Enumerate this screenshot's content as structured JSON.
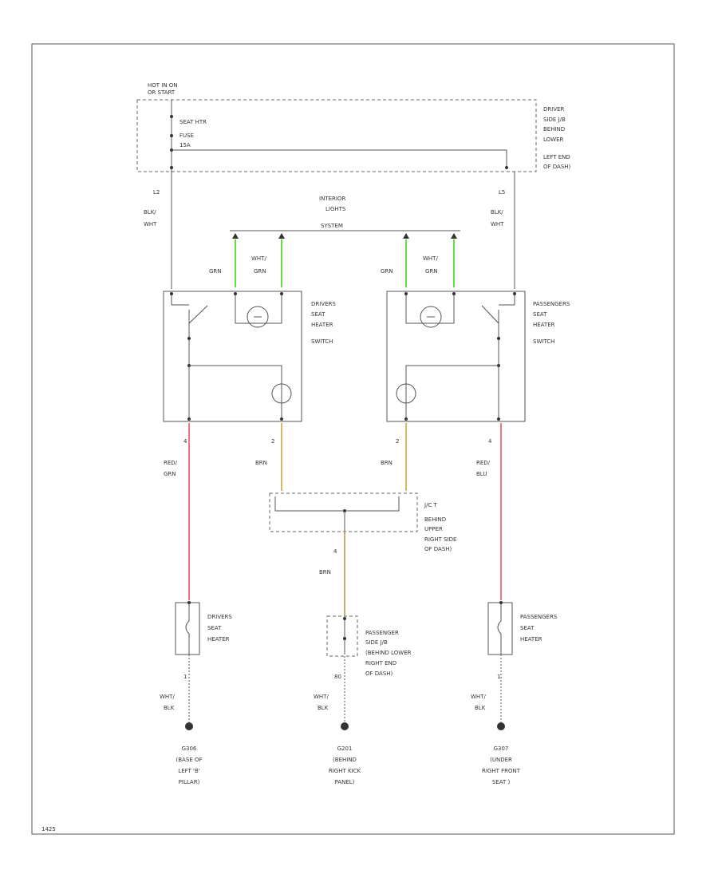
{
  "hot_in_on": [
    "HOT IN ON",
    "OR START"
  ],
  "fuse_label": [
    "SEAT HTR",
    "FUSE",
    "15A"
  ],
  "driver_jb": [
    "DRIVER",
    "SIDE J/B",
    "BEHIND",
    "LOWER",
    "LEFT END",
    "OF DASH)"
  ],
  "interior_lights": [
    "INTERIOR",
    "LIGHTS",
    "SYSTEM"
  ],
  "wire_l2_left": "L2",
  "wire_blk_left": [
    "BLK/",
    "WHT"
  ],
  "wire_l2_right": "L5",
  "wire_blk_right": [
    "BLK/",
    "WHT"
  ],
  "wire_grn_1": "GRN",
  "wire_whtgrn_1": [
    "WHT/",
    "GRN"
  ],
  "wire_grn_2": "GRN",
  "wire_whtgrn_2": [
    "WHT/",
    "GRN"
  ],
  "driver_switch": [
    "DRIVERS",
    "SEAT",
    "HEATER",
    "SWITCH"
  ],
  "passenger_switch": [
    "PASSENGERS",
    "SEAT",
    "HEATER",
    "SWITCH"
  ],
  "pin_left_1": "4",
  "pin_left_2": "2",
  "pin_right_2": "2",
  "pin_right_1": "4",
  "wire_red_grn": [
    "RED/",
    "GRN"
  ],
  "wire_brn_1": "BRN",
  "wire_brn_2": "BRN",
  "wire_red_blu": [
    "RED/",
    "BLU"
  ],
  "jct": [
    "J/C T",
    "BEHIND",
    "UPPER",
    "RIGHT SIDE",
    "OF DASH)"
  ],
  "pin_jct": "4",
  "wire_brn_3": "BRN",
  "driver_heater": [
    "DRIVERS",
    "SEAT",
    "HEATER"
  ],
  "passenger_jb": [
    "PASSENGER",
    "SIDE J/B",
    "(BEHIND LOWER",
    "RIGHT END",
    "OF DASH)"
  ],
  "passenger_heater": [
    "PASSENGERS",
    "SEAT",
    "HEATER"
  ],
  "pin_dh": "1",
  "pin_pjb": "80",
  "pin_ph": "1",
  "gnd_wire_1": [
    "WHT/",
    "BLK"
  ],
  "gnd_wire_2": [
    "WHT/",
    "BLK"
  ],
  "gnd_wire_3": [
    "WHT/",
    "BLK"
  ],
  "gnd_1": [
    "G306",
    "(BASE OF",
    "LEFT 'B'",
    "PILLAR)"
  ],
  "gnd_2": [
    "G201",
    "(BEHIND",
    "RIGHT KICK",
    "PANEL)"
  ],
  "gnd_3": [
    "G307",
    "(UNDER",
    "RIGHT FRONT",
    "SEAT )"
  ],
  "figure_id": "1425",
  "colors": {
    "green": "#66dd44",
    "red": "#ee7777",
    "tan": "#d9b865",
    "tan_dark": "#c9ad6e"
  }
}
